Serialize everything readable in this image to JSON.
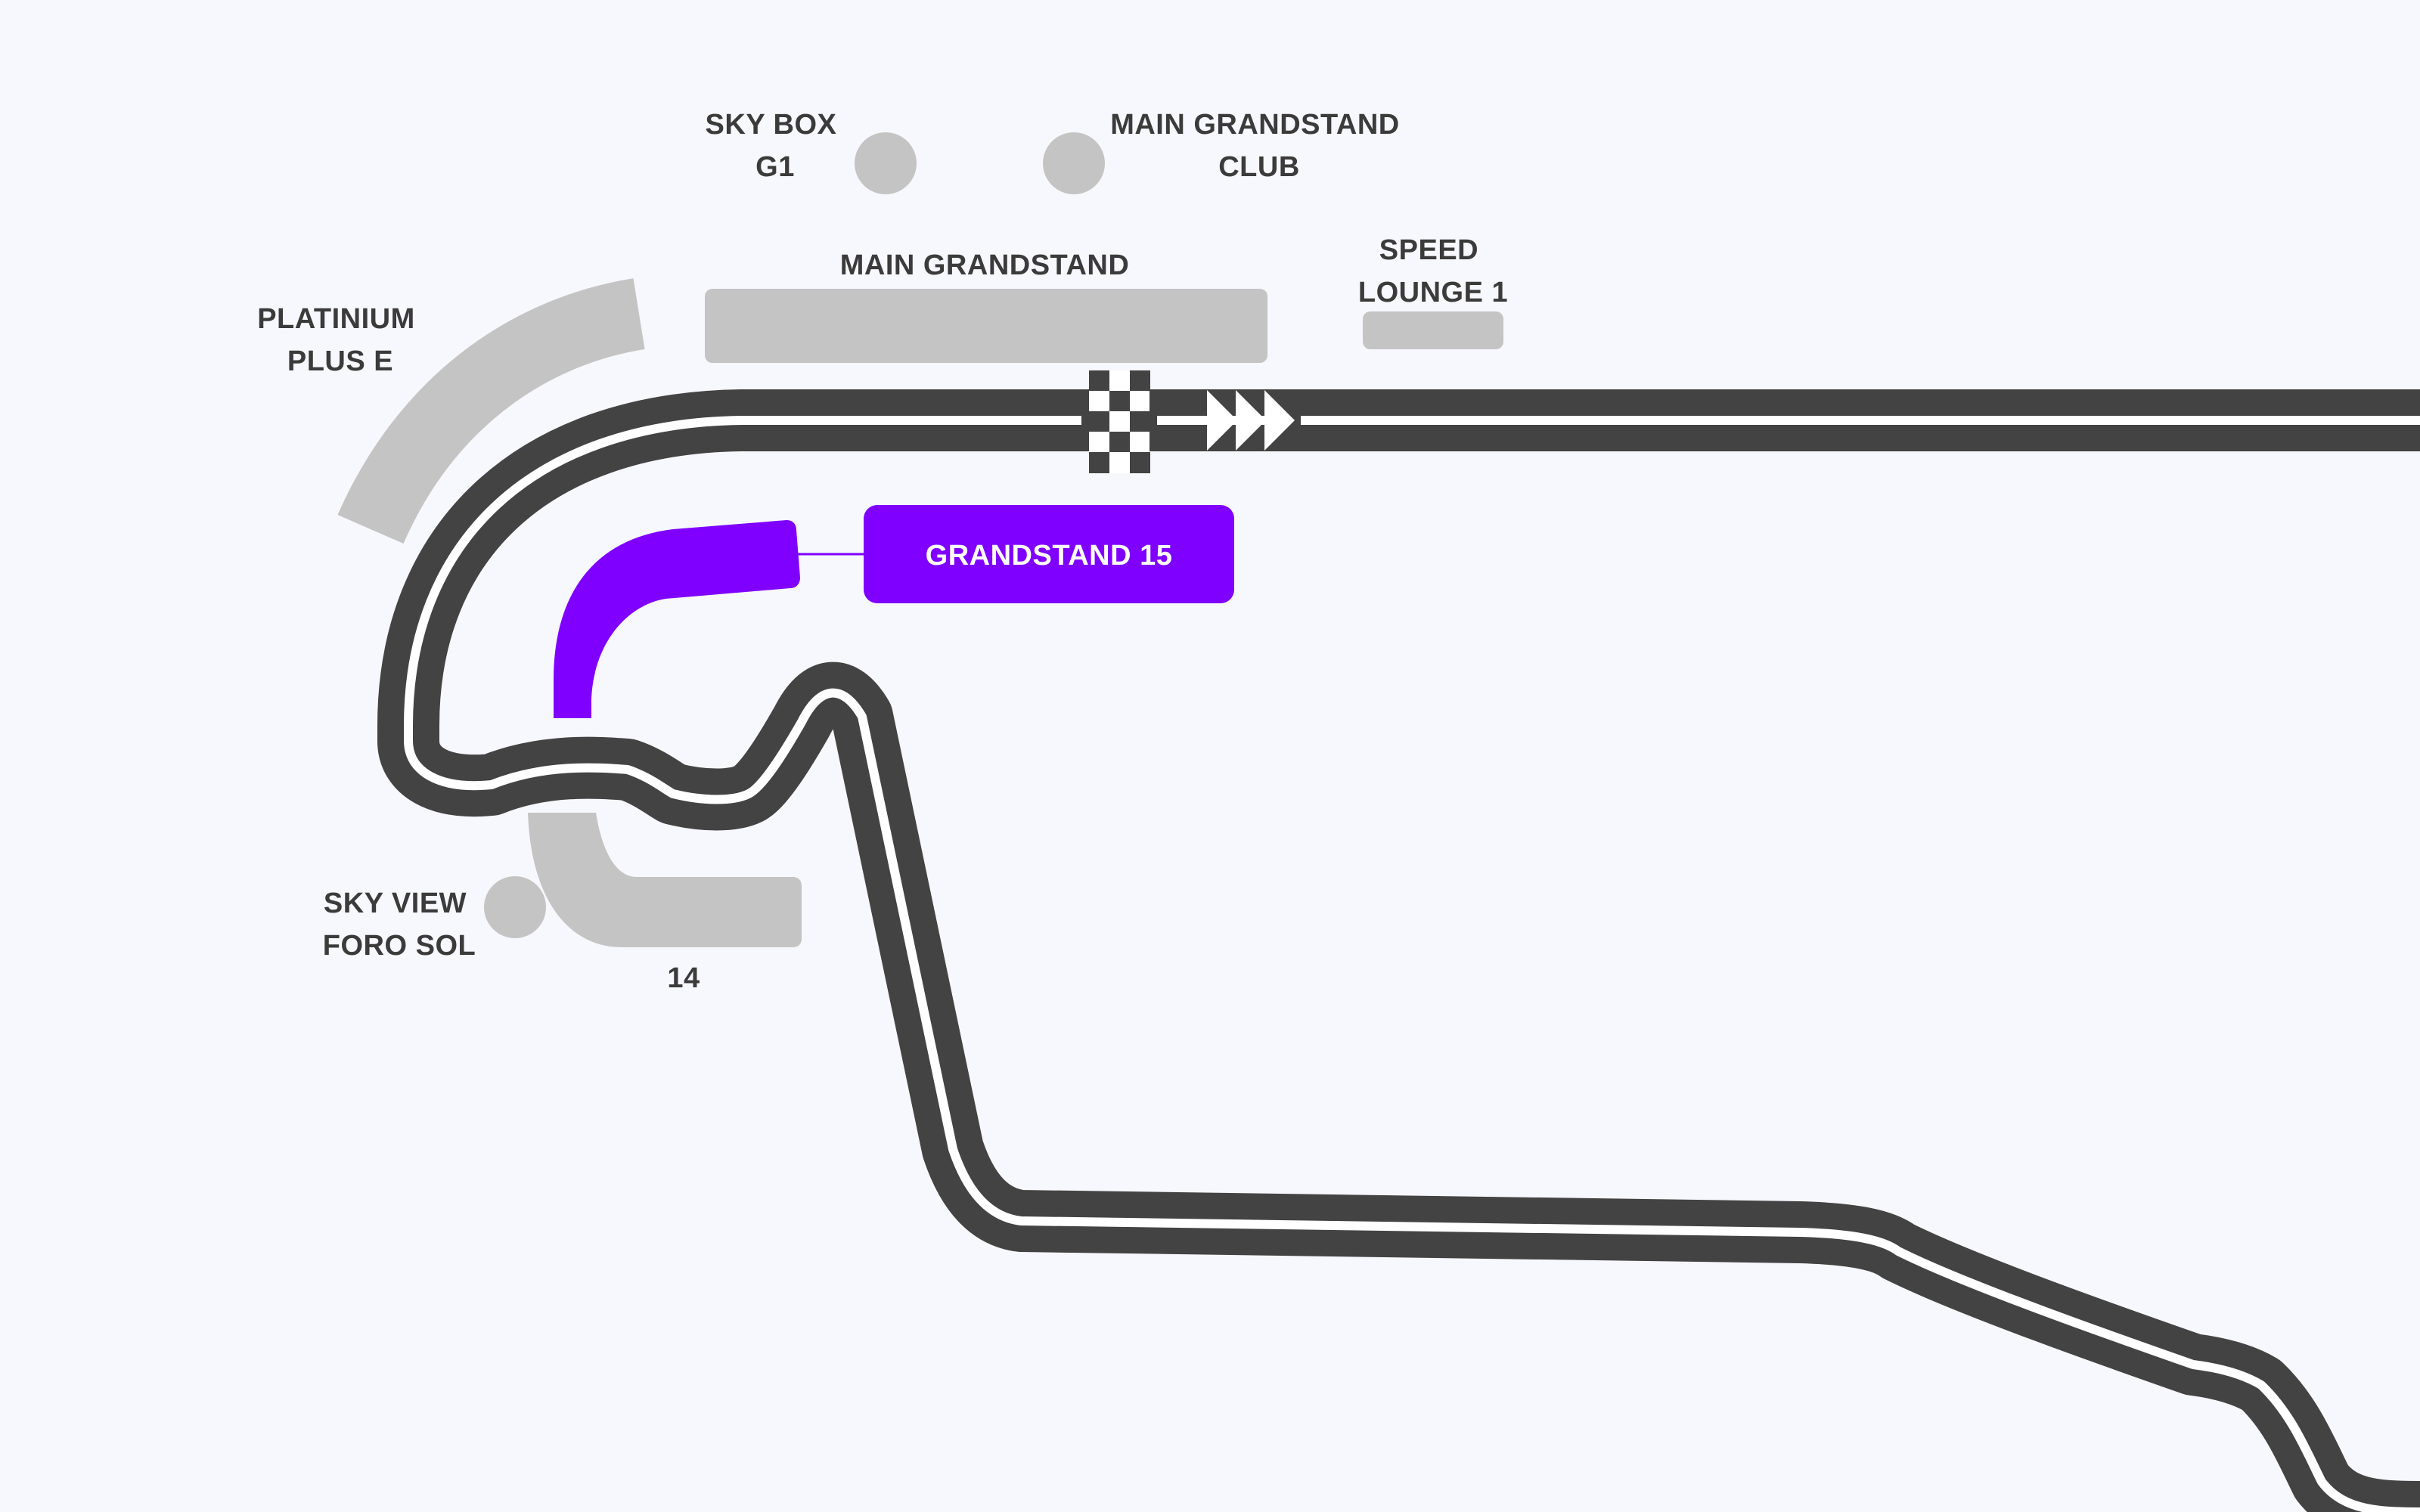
{
  "colors": {
    "background": "#f7f7fe",
    "track": "#434343",
    "track_line": "#ffffff",
    "stand_default": "#c4c4c4",
    "stand_selected": "#7f00ff",
    "label_text": "#3b3b3b",
    "selected_label_text": "#ffffff"
  },
  "labels": {
    "sky_box": [
      "SKY BOX",
      "G1"
    ],
    "main_grandstand_club": [
      "MAIN GRANDSTAND",
      "CLUB"
    ],
    "main_grandstand": "MAIN GRANDSTAND",
    "speed_lounge": [
      "SPEED",
      "LOUNGE 1"
    ],
    "platinium_plus": [
      "PLATINIUM",
      "PLUS E"
    ],
    "grandstand_15": "GRANDSTAND 15",
    "sky_view": [
      "SKY VIEW",
      "FORO SOL"
    ],
    "stand_14": "14"
  },
  "selected_section": "GRANDSTAND 15",
  "icons": [
    "checkered-flag-icon",
    "direction-arrows-icon"
  ]
}
